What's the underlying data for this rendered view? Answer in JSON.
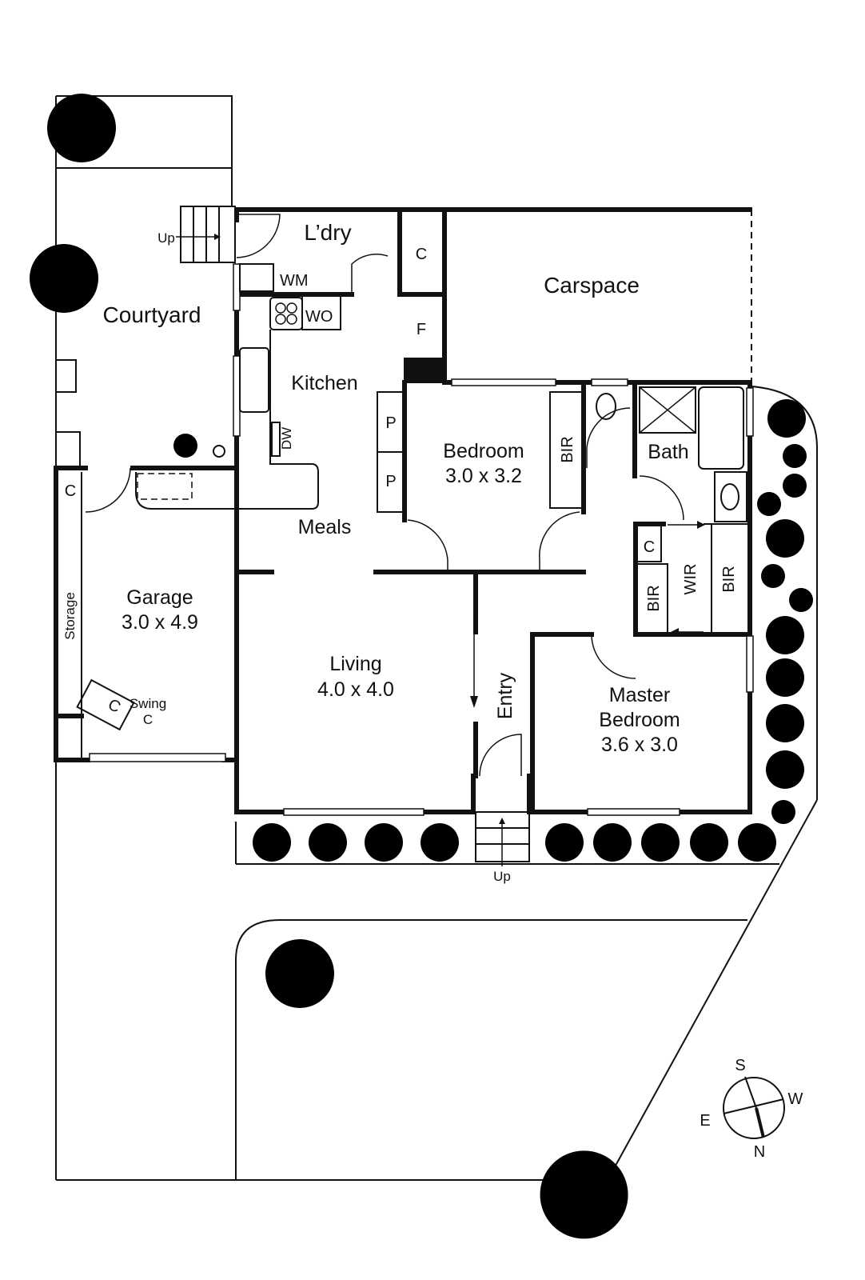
{
  "plan": {
    "rooms": {
      "courtyard": {
        "name": "Courtyard"
      },
      "laundry": {
        "name": "L’dry"
      },
      "carspace": {
        "name": "Carspace"
      },
      "kitchen": {
        "name": "Kitchen"
      },
      "meals": {
        "name": "Meals"
      },
      "bedroom": {
        "name": "Bedroom",
        "size": "3.0 x 3.2"
      },
      "bath": {
        "name": "Bath"
      },
      "garage": {
        "name": "Garage",
        "size": "3.0 x 4.9"
      },
      "living": {
        "name": "Living",
        "size": "4.0 x 4.0"
      },
      "entry": {
        "name": "Entry"
      },
      "master": {
        "name_line1": "Master",
        "name_line2": "Bedroom",
        "size": "3.6 x 3.0"
      },
      "storage": {
        "name": "Storage"
      }
    },
    "fixtures": {
      "washing_machine": "WM",
      "wall_oven": "WO",
      "dishwasher": "DW",
      "fridge": "F",
      "cupboard": "C",
      "pantry": "P",
      "built_in_robe": "BIR",
      "walk_in_robe": "WIR",
      "swing_line1": "Swing",
      "swing_line2": "C"
    },
    "stairs": {
      "up_courtyard": "Up",
      "up_entry": "Up"
    },
    "compass": {
      "s": "S",
      "w": "W",
      "e": "E",
      "n": "N"
    },
    "colors": {
      "line": "#111111",
      "background": "#ffffff"
    }
  }
}
